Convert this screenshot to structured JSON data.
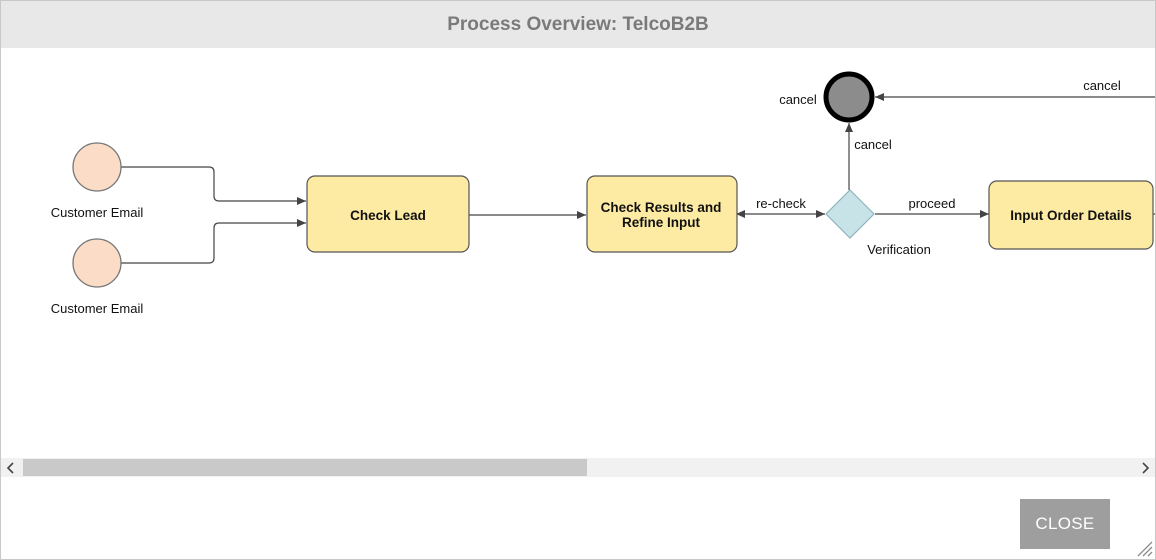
{
  "dialog": {
    "title": "Process Overview: TelcoB2B",
    "close_label": "CLOSE"
  },
  "diagram": {
    "start_events": [
      {
        "label": "Customer Email"
      },
      {
        "label": "Customer Email"
      }
    ],
    "tasks": [
      {
        "lines": [
          "Check Lead"
        ]
      },
      {
        "lines": [
          "Check Results and",
          "Refine Input"
        ]
      },
      {
        "lines": [
          "Input Order Details"
        ]
      }
    ],
    "gateway": {
      "label": "Verification"
    },
    "end_event": {
      "label": "cancel"
    },
    "flows": {
      "recheck": "re-check",
      "proceed": "proceed",
      "cancel_up": "cancel",
      "cancel_top": "cancel"
    },
    "colors": {
      "task_fill": "#fdeba3",
      "start_fill": "#fbdcc6",
      "gateway_fill": "#c7e3e8"
    }
  },
  "scroll": {
    "left_icon": "chevron-left-icon",
    "right_icon": "chevron-right-icon"
  }
}
